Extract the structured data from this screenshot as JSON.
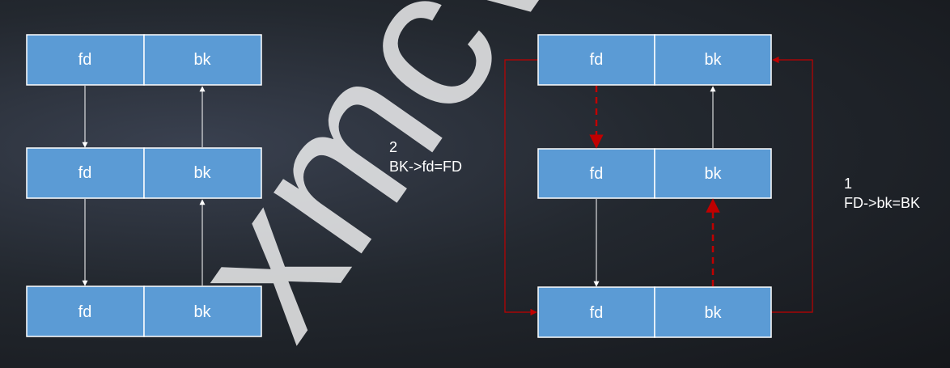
{
  "left_list": {
    "nodes": [
      {
        "fd": "fd",
        "bk": "bk"
      },
      {
        "fd": "fd",
        "bk": "bk"
      },
      {
        "fd": "fd",
        "bk": "bk"
      }
    ]
  },
  "right_list": {
    "nodes": [
      {
        "fd": "fd",
        "bk": "bk"
      },
      {
        "fd": "fd",
        "bk": "bk"
      },
      {
        "fd": "fd",
        "bk": "bk"
      }
    ]
  },
  "annotations": {
    "step2_number": "2",
    "step2_text": "BK->fd=FD",
    "step1_number": "1",
    "step1_text": "FD->bk=BK"
  },
  "watermark": "xmcve",
  "colors": {
    "cell_fill": "#5b9bd5",
    "cell_border": "#ffffff",
    "arrow": "#ffffff",
    "unlink_arrow": "#c00000"
  }
}
